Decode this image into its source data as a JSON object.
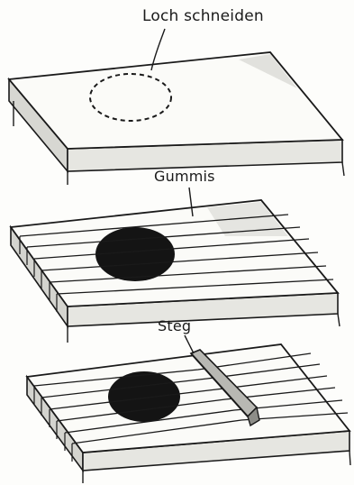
{
  "labels": {
    "step1": "Loch schneiden",
    "step2": "Gummis",
    "step3": "Steg"
  },
  "colors": {
    "ink": "#1a1a1a",
    "paper": "#fdfdfb",
    "shade": "#c8c8c4",
    "hole": "#141414"
  },
  "steps": [
    {
      "name": "cut-hole",
      "rubber_band_count": 0
    },
    {
      "name": "add-rubber-bands",
      "rubber_band_count": 6
    },
    {
      "name": "add-bridge",
      "rubber_band_count": 6
    }
  ]
}
